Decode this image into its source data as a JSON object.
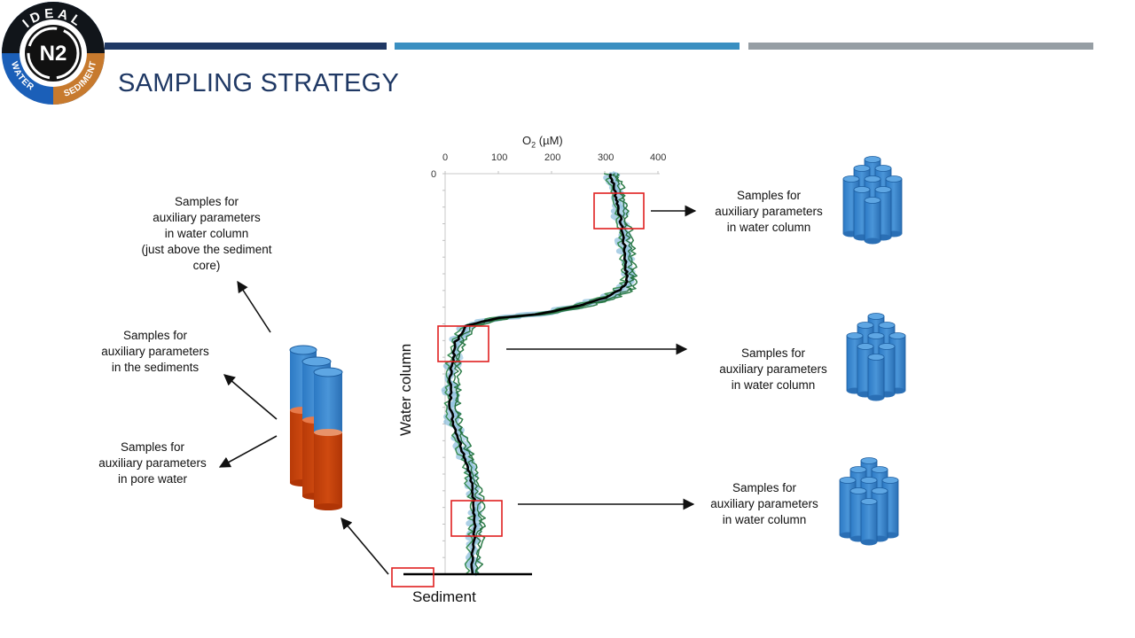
{
  "slide": {
    "title": "SAMPLING STRATEGY",
    "accent_colors": [
      "#1f3864",
      "#3a8fc1",
      "#969ea4"
    ]
  },
  "logo": {
    "top_text": "IDEAL",
    "left_text": "WATER",
    "right_text": "SEDIMENT",
    "center_text": "N2",
    "icon": "n2-cycle-logo-icon",
    "colors": {
      "ring_blue": "#1b5fb8",
      "ring_orange": "#c77a2e",
      "ring_black": "#111111"
    }
  },
  "left_labels": {
    "water_column_core": "Samples for\nauxiliary parameters\nin water column\n(just above the sediment core)",
    "sediments": "Samples for\nauxiliary parameters\nin the sediments",
    "pore_water": "Samples for\nauxiliary parameters\nin pore water"
  },
  "right_labels": {
    "upper": "Samples for\nauxiliary parameters\nin water column",
    "middle": "Samples for\nauxiliary parameters\nin water column",
    "lower": "Samples for\nauxiliary parameters\nin water column"
  },
  "figure": {
    "x_axis_title": "O2 (µM)",
    "x_ticks": [
      "0",
      "100",
      "200",
      "300",
      "400"
    ],
    "y_tick_zero": "0",
    "y_axis_label": "Water column",
    "bottom_label": "Sediment"
  },
  "chart_data": {
    "type": "line",
    "xlabel": "O2 (µM)",
    "xlim": [
      0,
      400
    ],
    "ylabel": "Water column",
    "depth_range": [
      0,
      1
    ],
    "series": [
      {
        "x": [
          310,
          315,
          320,
          325,
          330,
          335,
          338,
          340,
          342,
          330,
          300,
          250,
          180,
          100,
          40,
          20,
          15,
          10,
          10,
          10,
          15,
          25,
          35,
          45,
          50,
          55,
          55,
          55,
          50,
          50
        ],
        "depth": [
          0.0,
          0.02,
          0.05,
          0.08,
          0.12,
          0.16,
          0.2,
          0.24,
          0.27,
          0.29,
          0.31,
          0.33,
          0.35,
          0.36,
          0.38,
          0.42,
          0.46,
          0.5,
          0.54,
          0.58,
          0.62,
          0.66,
          0.7,
          0.74,
          0.78,
          0.82,
          0.86,
          0.9,
          0.95,
          1.0
        ]
      }
    ]
  }
}
